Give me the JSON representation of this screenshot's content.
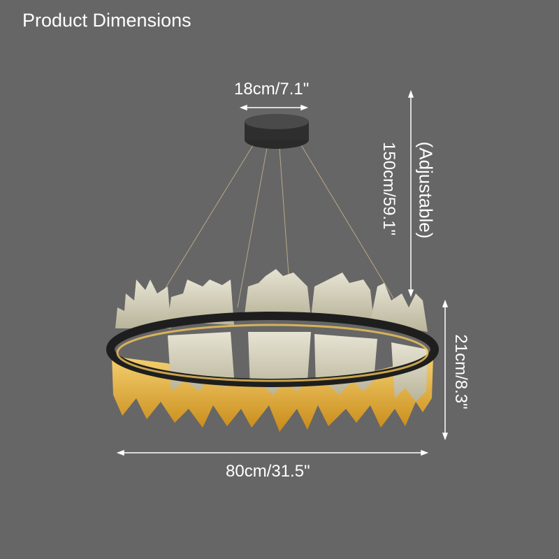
{
  "title": "Product Dimensions",
  "dimensions": {
    "canopy_width": "18cm/7.1\"",
    "drop_length": "150cm/59.1\"",
    "drop_note": "(Adjustable)",
    "height": "21cm/8.3\"",
    "diameter": "80cm/31.5\""
  },
  "colors": {
    "background": "#666666",
    "text": "#ffffff",
    "ring": "#1e1e1e",
    "glass": "#d8d6c4",
    "glow": "#e6a82a"
  }
}
